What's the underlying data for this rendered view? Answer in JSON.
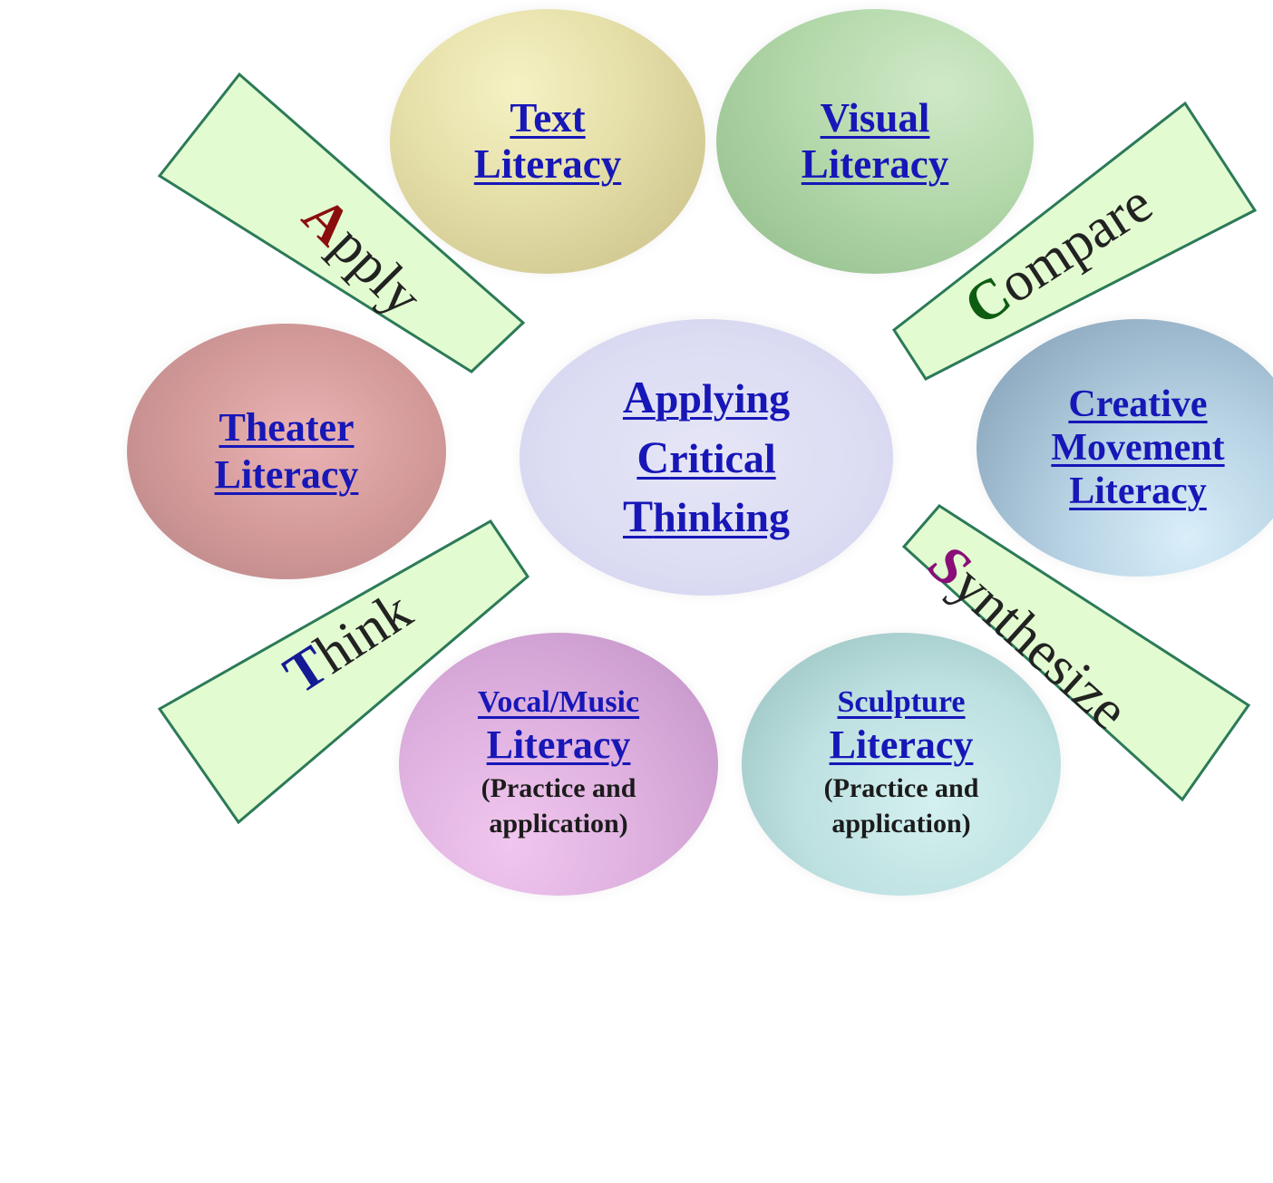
{
  "colors": {
    "link": "#1717b8",
    "banner_fill": "#e2fbd0",
    "banner_stroke": "#2c7a58",
    "apply_initial": "#8b0e0e",
    "compare_initial": "#0d5c12",
    "think_initial": "#141a94",
    "synthesize_initial": "#8a0d78"
  },
  "center": {
    "line1": {
      "initial": "A",
      "rest": "pplying"
    },
    "line2": {
      "initial": "C",
      "rest": "ritical"
    },
    "line3": {
      "initial": "T",
      "rest": "hinking"
    }
  },
  "nodes": {
    "text": {
      "line1": "Text",
      "line2": "Literacy"
    },
    "visual": {
      "line1": "Visual",
      "line2": "Literacy"
    },
    "theater": {
      "line1": "Theater",
      "line2": "Literacy"
    },
    "creative": {
      "line1": "Creative",
      "line2": "Movement",
      "line3": "Literacy"
    },
    "vocal": {
      "line1": "Vocal/Music",
      "line2": "Literacy",
      "note1": "(Practice and",
      "note2": "application)"
    },
    "sculpture": {
      "line1": "Sculpture",
      "line2": "Literacy",
      "note1": "(Practice and",
      "note2": "application)"
    }
  },
  "banners": {
    "apply": {
      "initial": "A",
      "rest": "pply"
    },
    "compare": {
      "initial": "C",
      "rest": "ompare"
    },
    "think": {
      "initial": "T",
      "rest": "hink"
    },
    "synthesize": {
      "initial": "S",
      "rest": "ynthesize"
    }
  }
}
